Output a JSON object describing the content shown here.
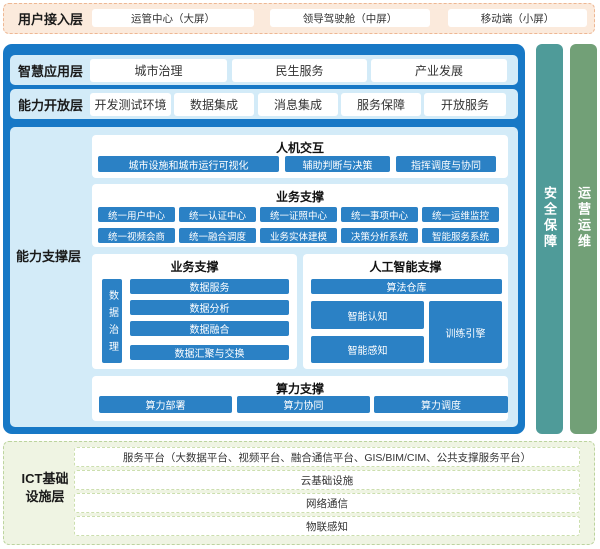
{
  "user_access": {
    "label": "用户接入层",
    "items": [
      "运管中心（大屏）",
      "领导驾驶舱（中屏）",
      "移动端（小屏）"
    ]
  },
  "smart_app": {
    "label": "智慧应用层",
    "items": [
      "城市治理",
      "民生服务",
      "产业发展"
    ]
  },
  "open_layer": {
    "label": "能力开放层",
    "items": [
      "开发测试环境",
      "数据集成",
      "消息集成",
      "服务保障",
      "开放服务"
    ]
  },
  "support_layer": {
    "label": "能力支撑层",
    "hmi": {
      "title": "人机交互",
      "items": [
        "城市设施和城市运行可视化",
        "辅助判断与决策",
        "指挥调度与协同"
      ]
    },
    "business": {
      "title": "业务支撑",
      "items": [
        "统一用户中心",
        "统一认证中心",
        "统一证照中心",
        "统一事项中心",
        "统一运维监控",
        "统一视频会商",
        "统一融合调度",
        "业务实体建模",
        "决策分析系统",
        "智能服务系统"
      ]
    },
    "data": {
      "title": "业务支撑",
      "sidebar": "数据治理",
      "items": [
        "数据服务",
        "数据分析",
        "数据融合",
        "数据汇聚与交换"
      ]
    },
    "ai": {
      "title": "人工智能支撑",
      "warehouse": "算法仓库",
      "cognition": "智能认知",
      "perception": "智能感知",
      "training": "训练引擎"
    },
    "computing": {
      "title": "算力支撑",
      "items": [
        "算力部署",
        "算力协同",
        "算力调度"
      ]
    }
  },
  "security_bar": {
    "label": "安全保障"
  },
  "ops_bar": {
    "label": "运营运维"
  },
  "ict": {
    "label_line1": "ICT基础",
    "label_line2": "设施层",
    "items": [
      "服务平台（大数据平台、视频平台、融合通信平台、GIS/BIM/CIM、公共支撑服务平台）",
      "云基础设施",
      "网络通信",
      "物联感知"
    ]
  },
  "colors": {
    "container_blue": "#1778C6",
    "row_light_blue": "#D3EBF8",
    "button_blue": "#2B81C5",
    "peach_bg": "#FBEADC",
    "peach_border": "#EEB793",
    "teal_bar": "#4F9B99",
    "green_bar": "#72A077",
    "ict_bg": "#EFF4E3",
    "ict_border": "#BCD49E"
  }
}
